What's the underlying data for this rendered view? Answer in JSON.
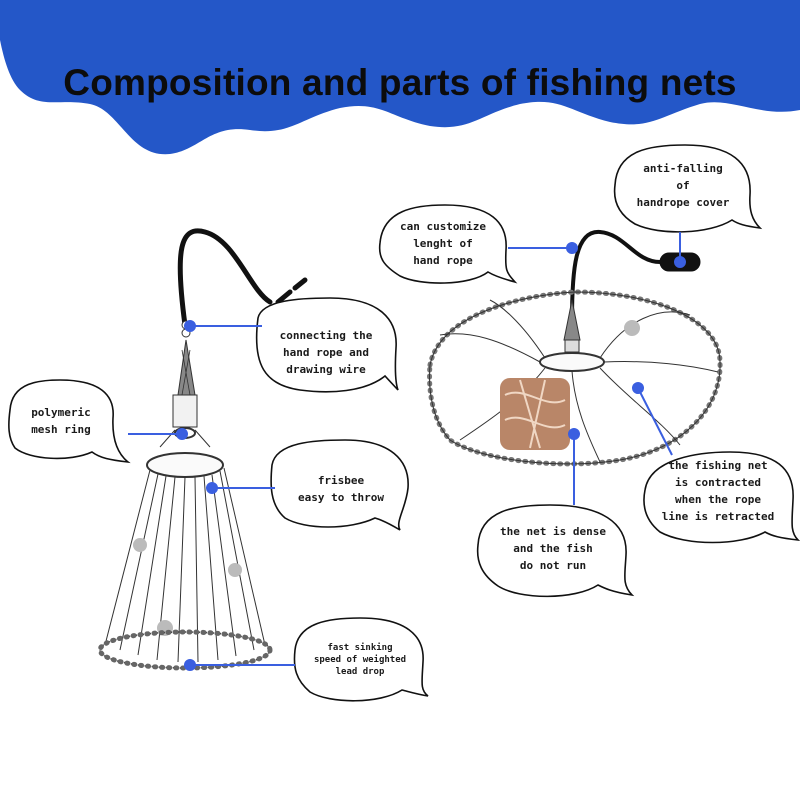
{
  "title": "Composition and parts of fishing nets",
  "colors": {
    "wave": "#2457c8",
    "pointer": "#3a5fe0",
    "ink": "#1a1a1a"
  },
  "callouts": [
    {
      "id": "connecting-rope",
      "lines": [
        "connecting the",
        "hand rope and",
        "drawing wire"
      ]
    },
    {
      "id": "polymeric-ring",
      "lines": [
        "polymeric",
        "mesh ring"
      ]
    },
    {
      "id": "frisbee",
      "lines": [
        "frisbee",
        "easy to throw"
      ]
    },
    {
      "id": "lead-drop",
      "lines": [
        "fast sinking",
        "speed of weighted",
        "lead drop"
      ]
    },
    {
      "id": "customize-rope",
      "lines": [
        "can customize",
        "lenght of",
        "hand rope"
      ]
    },
    {
      "id": "anti-falling",
      "lines": [
        "anti-falling",
        "of",
        "handrope cover"
      ]
    },
    {
      "id": "net-contracted",
      "lines": [
        "the fishing net",
        "is contracted",
        "when the rope",
        "line is retracted"
      ]
    },
    {
      "id": "net-dense",
      "lines": [
        "the net is dense",
        "and the fish",
        "do not run"
      ]
    }
  ]
}
